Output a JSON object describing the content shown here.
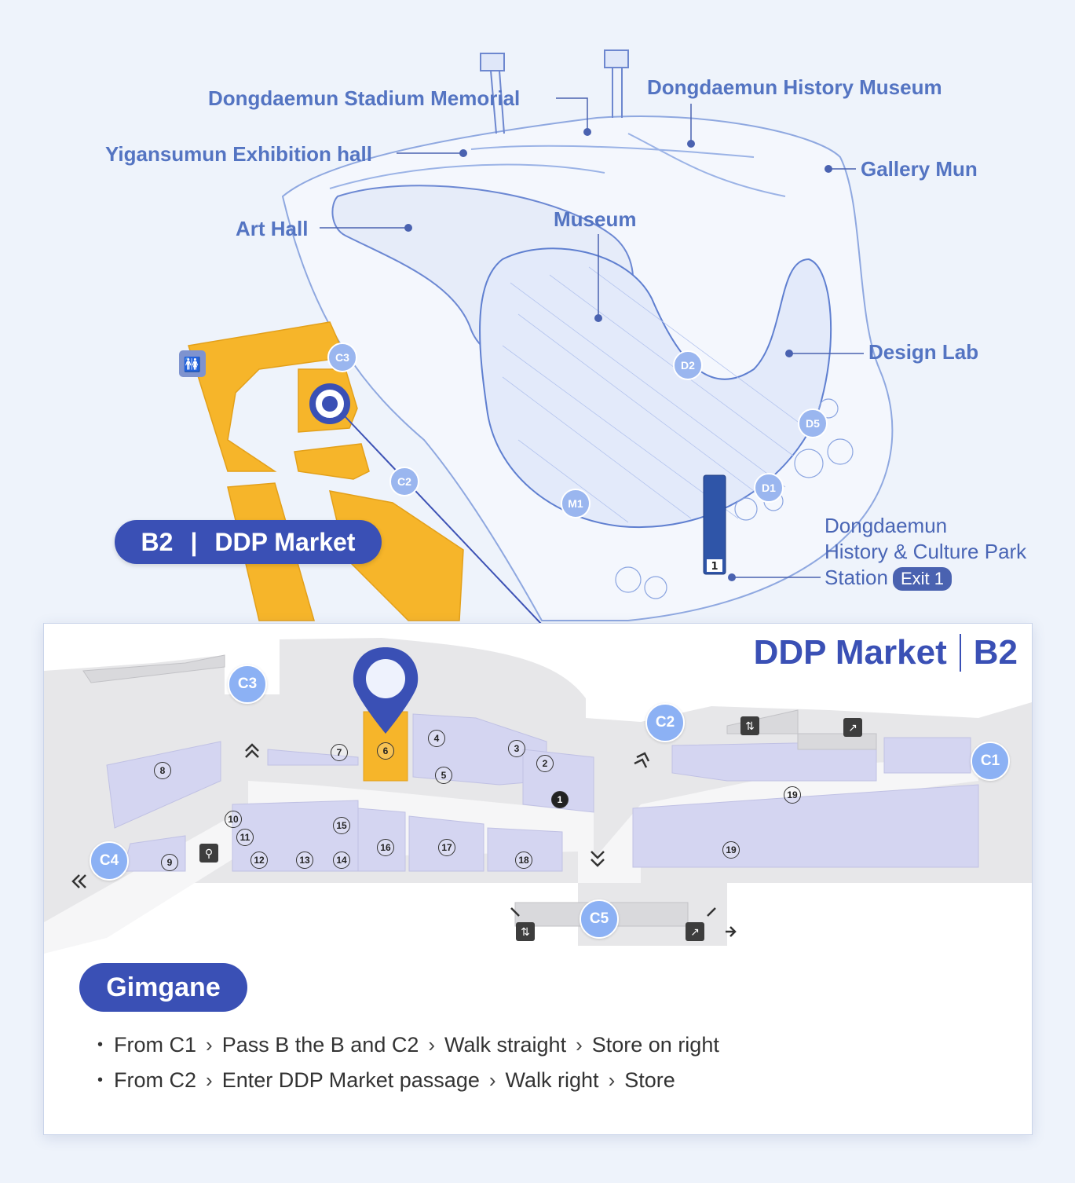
{
  "overview": {
    "labels": {
      "stadium_memorial": "Dongdaemun Stadium Memorial",
      "history_museum": "Dongdaemun History Museum",
      "yigansumun": "Yigansumun Exhibition hall",
      "gallery_mun": "Gallery Mun",
      "art_hall": "Art Hall",
      "museum": "Museum",
      "design_lab": "Design Lab",
      "station_line1": "Dongdaemun",
      "station_line2": "History & Culture Park",
      "station_line3": "Station",
      "station_exit": "Exit 1"
    },
    "entrances": [
      "C3",
      "C2",
      "D2",
      "D5",
      "D1",
      "M1"
    ],
    "market_pill": {
      "floor": "B2",
      "divider": "|",
      "name": "DDP Market"
    }
  },
  "floor_plan": {
    "title_name": "DDP Market",
    "title_floor": "B2",
    "exits": [
      "C3",
      "C2",
      "C1",
      "C4",
      "C5"
    ],
    "shops": [
      "1",
      "2",
      "3",
      "4",
      "5",
      "6",
      "7",
      "8",
      "9",
      "10",
      "11",
      "12",
      "13",
      "14",
      "15",
      "16",
      "17",
      "18",
      "19",
      "19"
    ],
    "highlighted_shop": "6",
    "colors": {
      "highlight": "#f6b52a",
      "shop": "#d4d5f1",
      "accent": "#3a50b5",
      "exit": "#8cb1f4"
    }
  },
  "store": {
    "name": "Gimgane",
    "routes": [
      [
        "From C1",
        "Pass B the B and C2",
        "Walk straight",
        "Store on right"
      ],
      [
        "From C2",
        "Enter DDP Market passage",
        "Walk right",
        "Store"
      ]
    ]
  }
}
